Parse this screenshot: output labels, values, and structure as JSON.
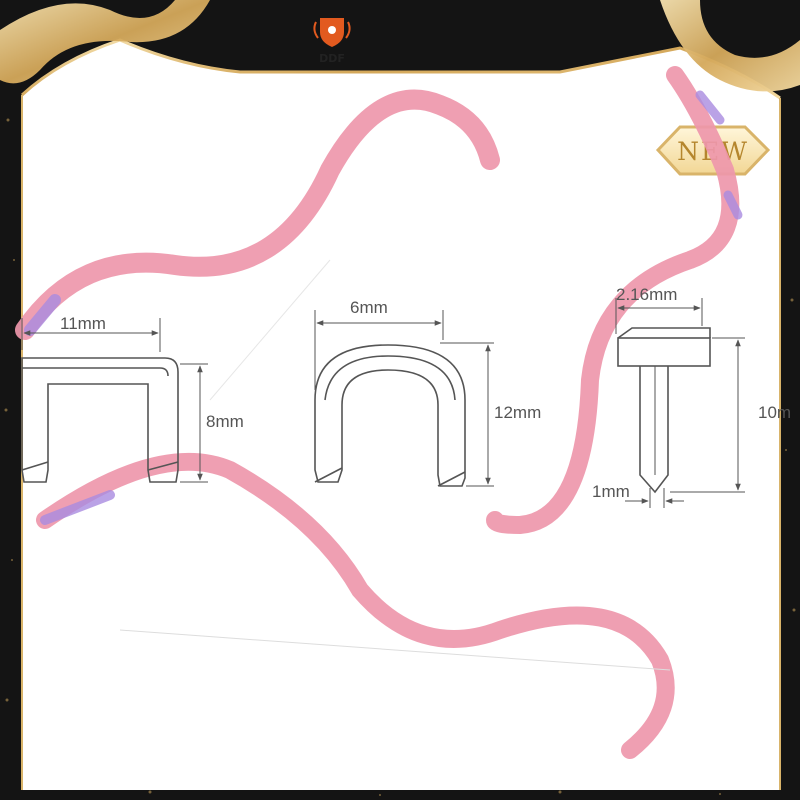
{
  "brand": {
    "name": "DDF",
    "emblem": "shield-crest-icon"
  },
  "badge": {
    "label": "NEW"
  },
  "colors": {
    "frame": "#121212",
    "gold": "#d9b46a",
    "ribbon": "#ee97ab",
    "purple": "#a98be0",
    "line": "#555555"
  },
  "diagram": {
    "staples": [
      {
        "kind": "flat-u-staple",
        "width_label": "11mm",
        "height_label": "8mm"
      },
      {
        "kind": "round-u-staple",
        "width_label": "6mm",
        "height_label": "12mm"
      },
      {
        "kind": "t-nail",
        "head_label": "2.16mm",
        "height_label": "10m",
        "tip_label": "1mm"
      }
    ]
  }
}
